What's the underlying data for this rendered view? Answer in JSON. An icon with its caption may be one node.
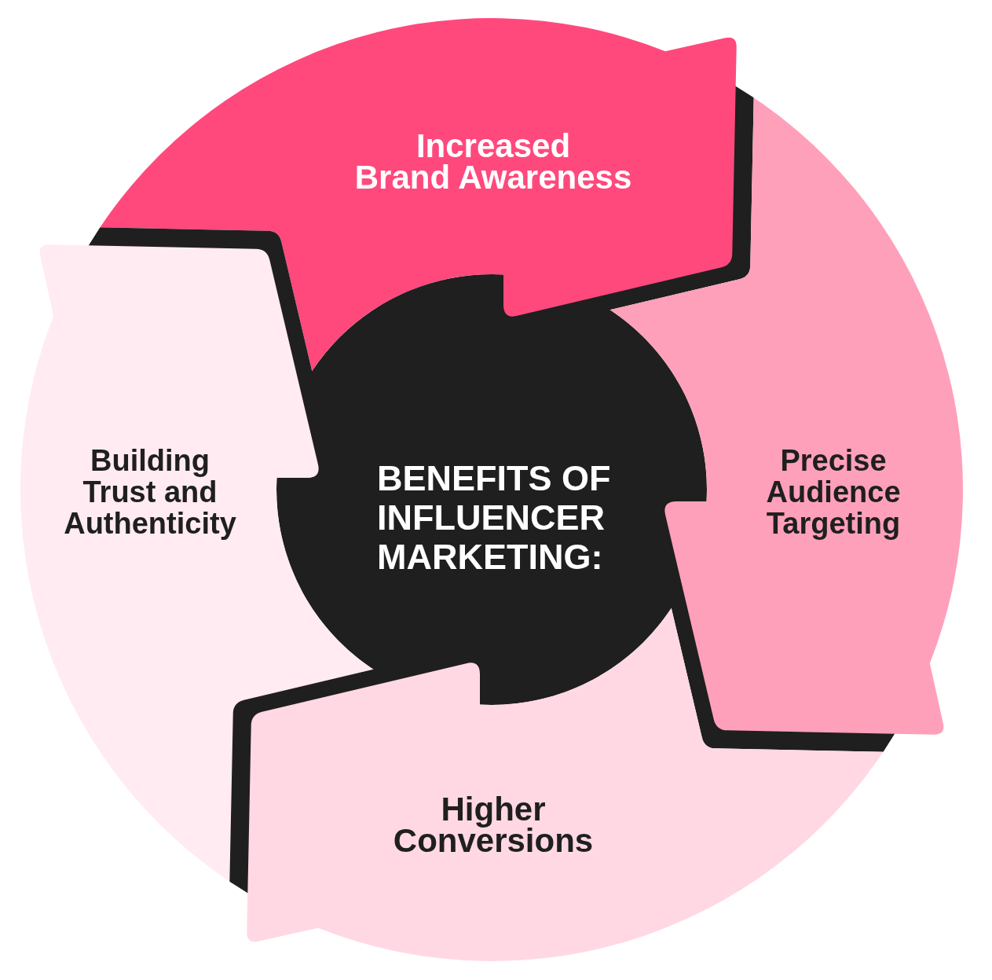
{
  "diagram": {
    "nodes": [
      {
        "text": [
          "Increased Brand Awareness"
        ]
      },
      {
        "text": [
          "Building Trust and Authenticity"
        ]
      },
      {
        "text": [
          "BENEFITS OF INFLUENCER MARKETING:"
        ]
      },
      {
        "text": [
          "Precise Audience Targeting"
        ]
      },
      {
        "text": [
          "Higher Conversions"
        ]
      }
    ]
  }
}
